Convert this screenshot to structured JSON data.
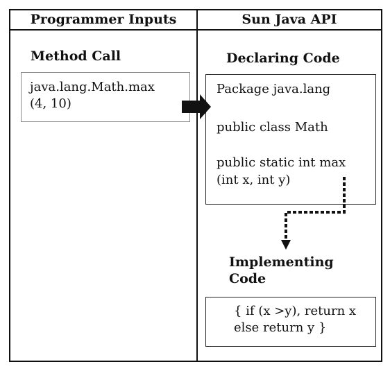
{
  "headers": {
    "left": "Programmer Inputs",
    "right": "Sun Java API"
  },
  "method_call": {
    "title": "Method Call",
    "line1": "java.lang.Math.max",
    "line2": "(4, 10)"
  },
  "declaring_code": {
    "title": "Declaring Code",
    "package_line": "Package java.lang",
    "class_line": "public class Math",
    "method_line1": "public static int max",
    "method_line2": "(int x, int y)"
  },
  "implementing_code": {
    "title_line1": "Implementing",
    "title_line2": "Code",
    "line1": "{ if (x >y), return x",
    "line2": "else return y }"
  },
  "colors": {
    "line": "#111111",
    "call_box_border": "#8a8a8a"
  }
}
